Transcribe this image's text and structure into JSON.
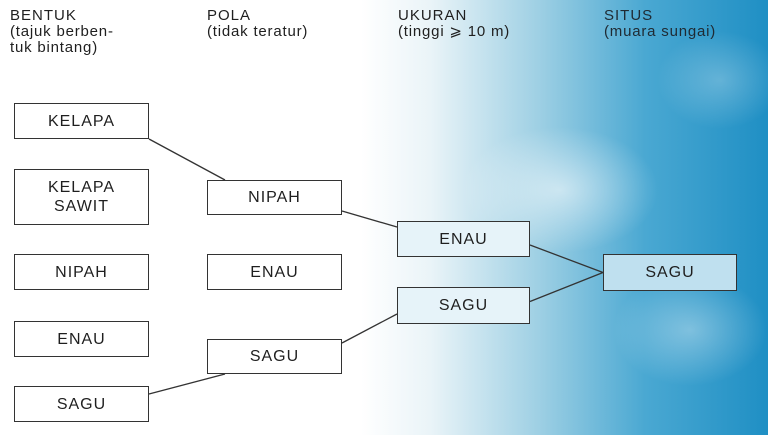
{
  "headers": {
    "bentuk": {
      "title": "BENTUK",
      "sub": "(tajuk berben-\ntuk bintang)"
    },
    "pola": {
      "title": "POLA",
      "sub": "(tidak teratur)"
    },
    "ukuran": {
      "title": "UKURAN",
      "sub": "(tinggi ⩾ 10 m)"
    },
    "situs": {
      "title": "SITUS",
      "sub": "(muara sungai)"
    }
  },
  "bentuk": [
    "KELAPA",
    "KELAPA\nSAWIT",
    "NIPAH",
    "ENAU",
    "SAGU"
  ],
  "pola": [
    "NIPAH",
    "ENAU",
    "SAGU"
  ],
  "ukuran": [
    "ENAU",
    "SAGU"
  ],
  "situs": [
    "SAGU"
  ],
  "connections": [
    [
      "bentuk-kelapa",
      "pola-nipah"
    ],
    [
      "bentuk-sagu",
      "pola-sagu"
    ],
    [
      "pola-nipah",
      "ukuran-enau"
    ],
    [
      "pola-sagu",
      "ukuran-sagu"
    ],
    [
      "ukuran-enau",
      "situs-sagu"
    ],
    [
      "ukuran-sagu",
      "situs-sagu"
    ]
  ]
}
